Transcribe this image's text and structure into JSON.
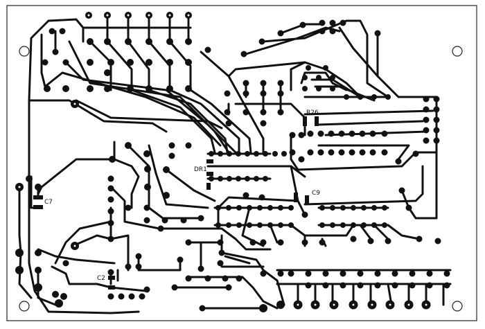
{
  "labels": {
    "r26": "R26",
    "dr1": "DR1",
    "c7": "C7",
    "c9": "C9",
    "c2": "C2"
  },
  "colors": {
    "copper": "#111111",
    "board": "#ffffff",
    "outline": "#222222"
  }
}
